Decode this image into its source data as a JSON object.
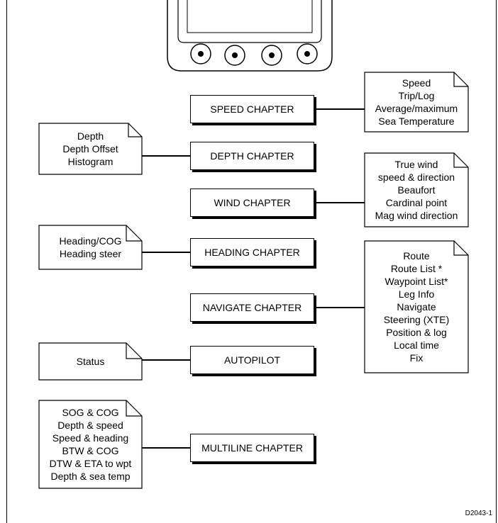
{
  "chapters": {
    "speed": "SPEED CHAPTER",
    "depth": "DEPTH CHAPTER",
    "wind": "WIND CHAPTER",
    "heading": "HEADING CHAPTER",
    "navigate": "NAVIGATE CHAPTER",
    "autopilot": "AUTOPILOT",
    "multiline": "MULTILINE CHAPTER"
  },
  "notes": {
    "speed": [
      "Speed",
      "Trip/Log",
      "Average/maximum",
      "Sea Temperature"
    ],
    "depth": [
      "Depth",
      "Depth Offset",
      "Histogram"
    ],
    "wind": [
      "True wind",
      "speed & direction",
      "Beaufort",
      "Cardinal point",
      "Mag wind direction"
    ],
    "heading": [
      "Heading/COG",
      "Heading steer"
    ],
    "navigate": [
      "Route",
      "Route List *",
      "Waypoint List*",
      "Leg Info",
      "Navigate",
      "Steering (XTE)",
      "Position & log",
      "Local time",
      "Fix"
    ],
    "autopilot": [
      "Status"
    ],
    "multiline": [
      "SOG & COG",
      "Depth & speed",
      "Speed & heading",
      "BTW & COG",
      "DTW & ETA to wpt",
      "Depth & sea temp"
    ]
  },
  "drawing_code": "D2043-1"
}
